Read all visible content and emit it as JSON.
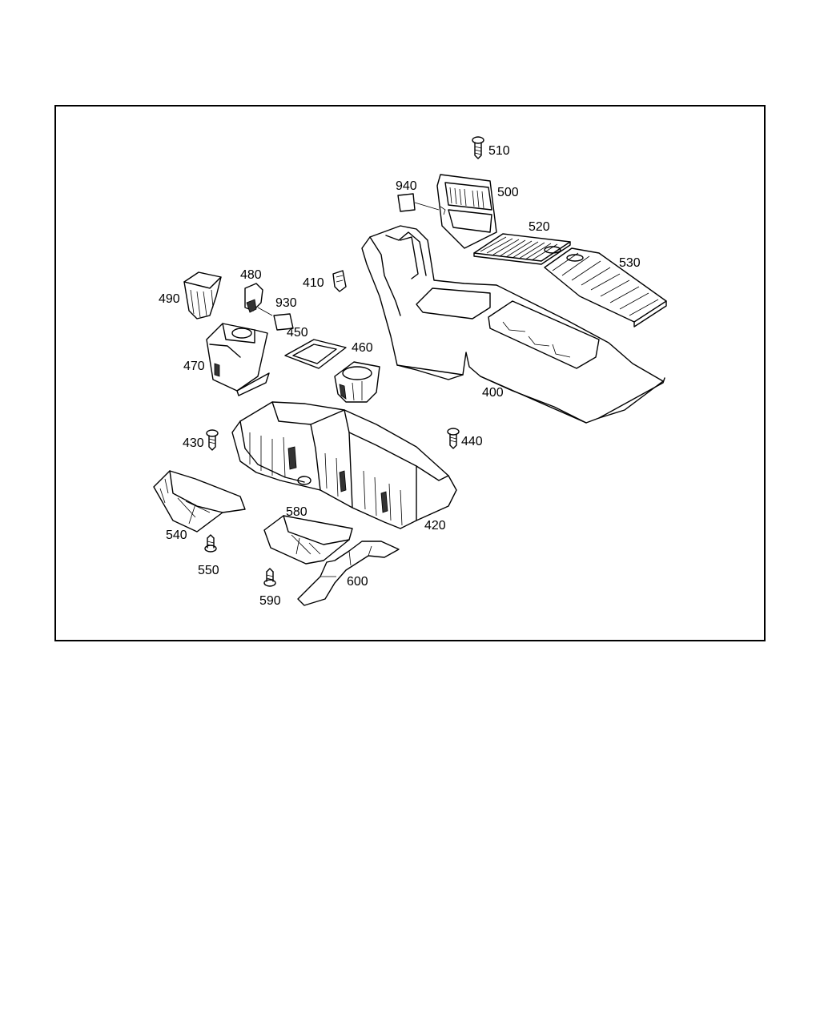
{
  "callouts": {
    "p400": "400",
    "p410": "410",
    "p420": "420",
    "p430": "430",
    "p440": "440",
    "p450": "450",
    "p460": "460",
    "p470": "470",
    "p480": "480",
    "p490": "490",
    "p500": "500",
    "p510": "510",
    "p520": "520",
    "p530": "530",
    "p540": "540",
    "p550": "550",
    "p580": "580",
    "p590": "590",
    "p600": "600",
    "p930": "930",
    "p940": "940"
  }
}
